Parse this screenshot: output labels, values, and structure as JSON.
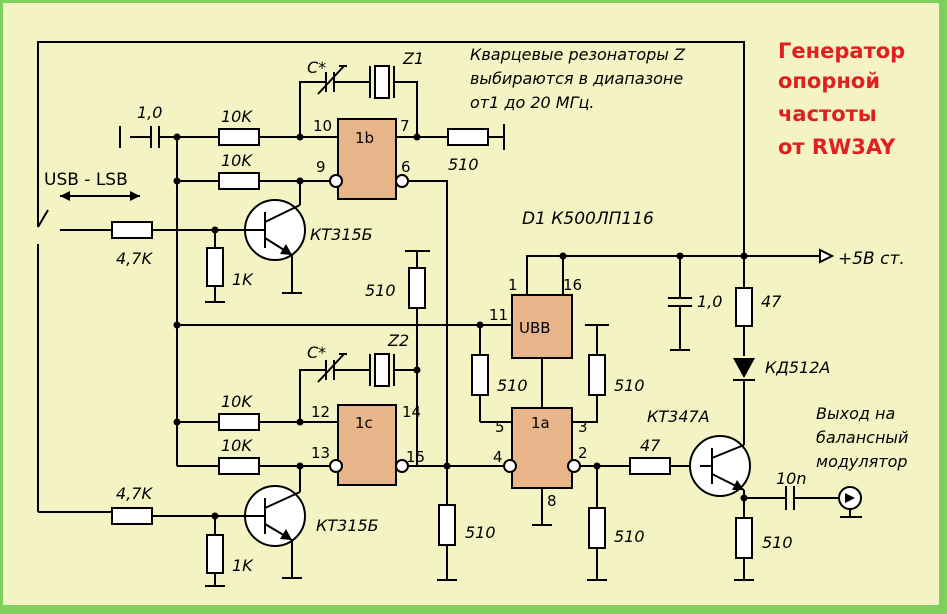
{
  "title_lines": [
    "Генератор",
    "опорной",
    "частоты",
    "от RW3AY"
  ],
  "note_lines": [
    "Кварцевые резонаторы Z",
    "выбираются в диапазоне",
    "от1 до 20 МГц."
  ],
  "switch_label": "USB - LSB",
  "chip_name": "D1 К500ЛП116",
  "power_label": "+5В ст.",
  "output_lines": [
    "Выход на",
    "балансный",
    "модулятор"
  ],
  "chips": {
    "b": "1b",
    "c": "1c",
    "a": "1a",
    "ubb": "UBB"
  },
  "pins": {
    "b_in1": "10",
    "b_out1": "7",
    "b_in2": "9",
    "b_out2": "6",
    "c_in1": "12",
    "c_out1": "14",
    "c_in2": "13",
    "c_out2": "15",
    "a_in1": "5",
    "a_out1": "3",
    "a_in2": "4",
    "a_out2": "2",
    "a_gnd": "8",
    "u_1": "1",
    "u_16": "16",
    "u_11": "11"
  },
  "components": {
    "cap_in": "1,0",
    "r_top1": "10K",
    "r_top2": "10K",
    "cs_top": "C*",
    "z1": "Z1",
    "r_out_top": "510",
    "r_q1_base": "4,7K",
    "r_q1_pd": "1K",
    "q1": "КТ315Б",
    "r_mid": "510",
    "cs_bot": "C*",
    "z2": "Z2",
    "r_bot1": "10K",
    "r_bot2": "10K",
    "r_q2_base": "4,7K",
    "r_q2_pd": "1K",
    "q2": "КТ315Б",
    "r_c15": "510",
    "r_a5": "510",
    "r_a3": "510",
    "r_a2": "510",
    "cap_pw": "1,0",
    "r_47": "47",
    "diode": "КД512А",
    "q3": "КТ347А",
    "r_base47": "47",
    "cap_out": "10n",
    "r_emit": "510"
  },
  "colors": {
    "background": "#f3f3c4",
    "border": "#7fd05a",
    "chip_fill": "#e8b48a",
    "title": "#e02020"
  }
}
